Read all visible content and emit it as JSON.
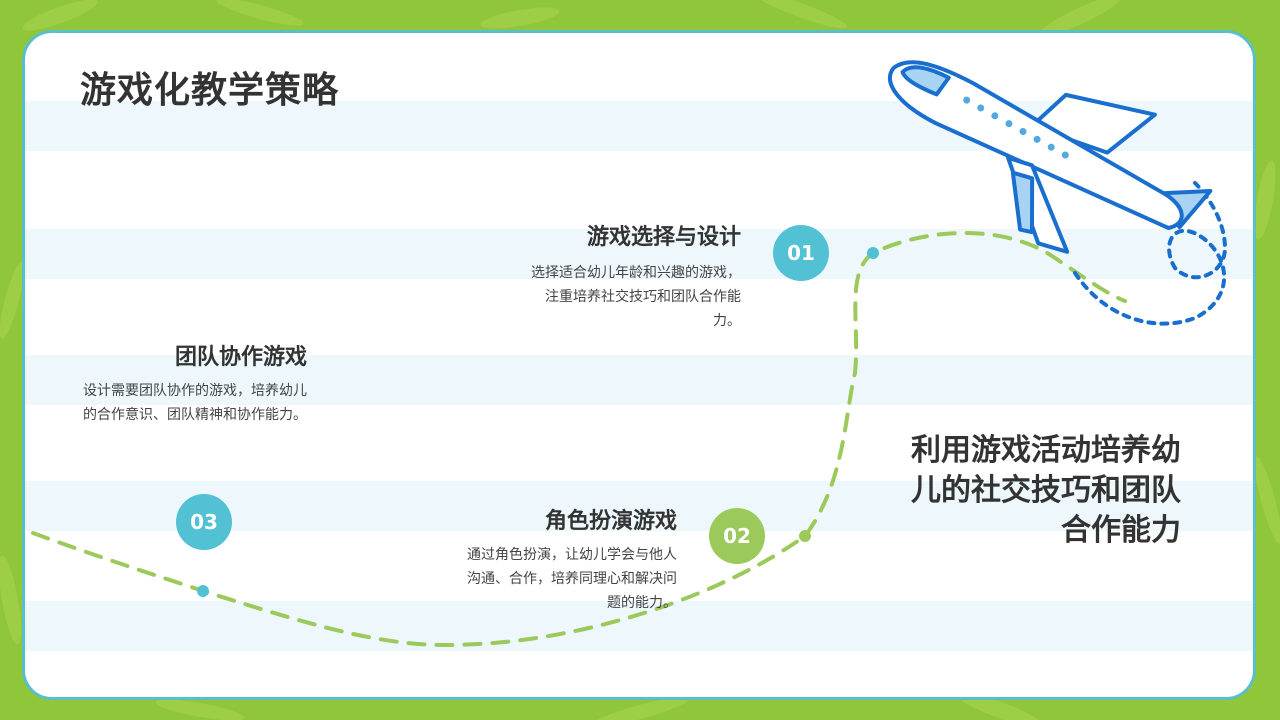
{
  "page": {
    "title": "游戏化教学策略",
    "highlight": "利用游戏活动培养幼儿的社交技巧和团队合作能力"
  },
  "items": [
    {
      "number": "01",
      "title": "游戏选择与设计",
      "desc": "选择适合幼儿年龄和兴趣的游戏，注重培养社交技巧和团队合作能力。"
    },
    {
      "number": "02",
      "title": "角色扮演游戏",
      "desc": "通过角色扮演，让幼儿学会与他人沟通、合作，培养同理心和解决问题的能力。"
    },
    {
      "number": "03",
      "title": "团队协作游戏",
      "desc": "设计需要团队协作的游戏，培养幼儿的合作意识、团队精神和协作能力。"
    }
  ],
  "colors": {
    "background": "#8fc63a",
    "frame": "#57c0c9",
    "accent_blue": "#52c1d4",
    "accent_green": "#9cc95b",
    "plane": "#1a6fce"
  },
  "icons": [
    "airplane-icon"
  ]
}
